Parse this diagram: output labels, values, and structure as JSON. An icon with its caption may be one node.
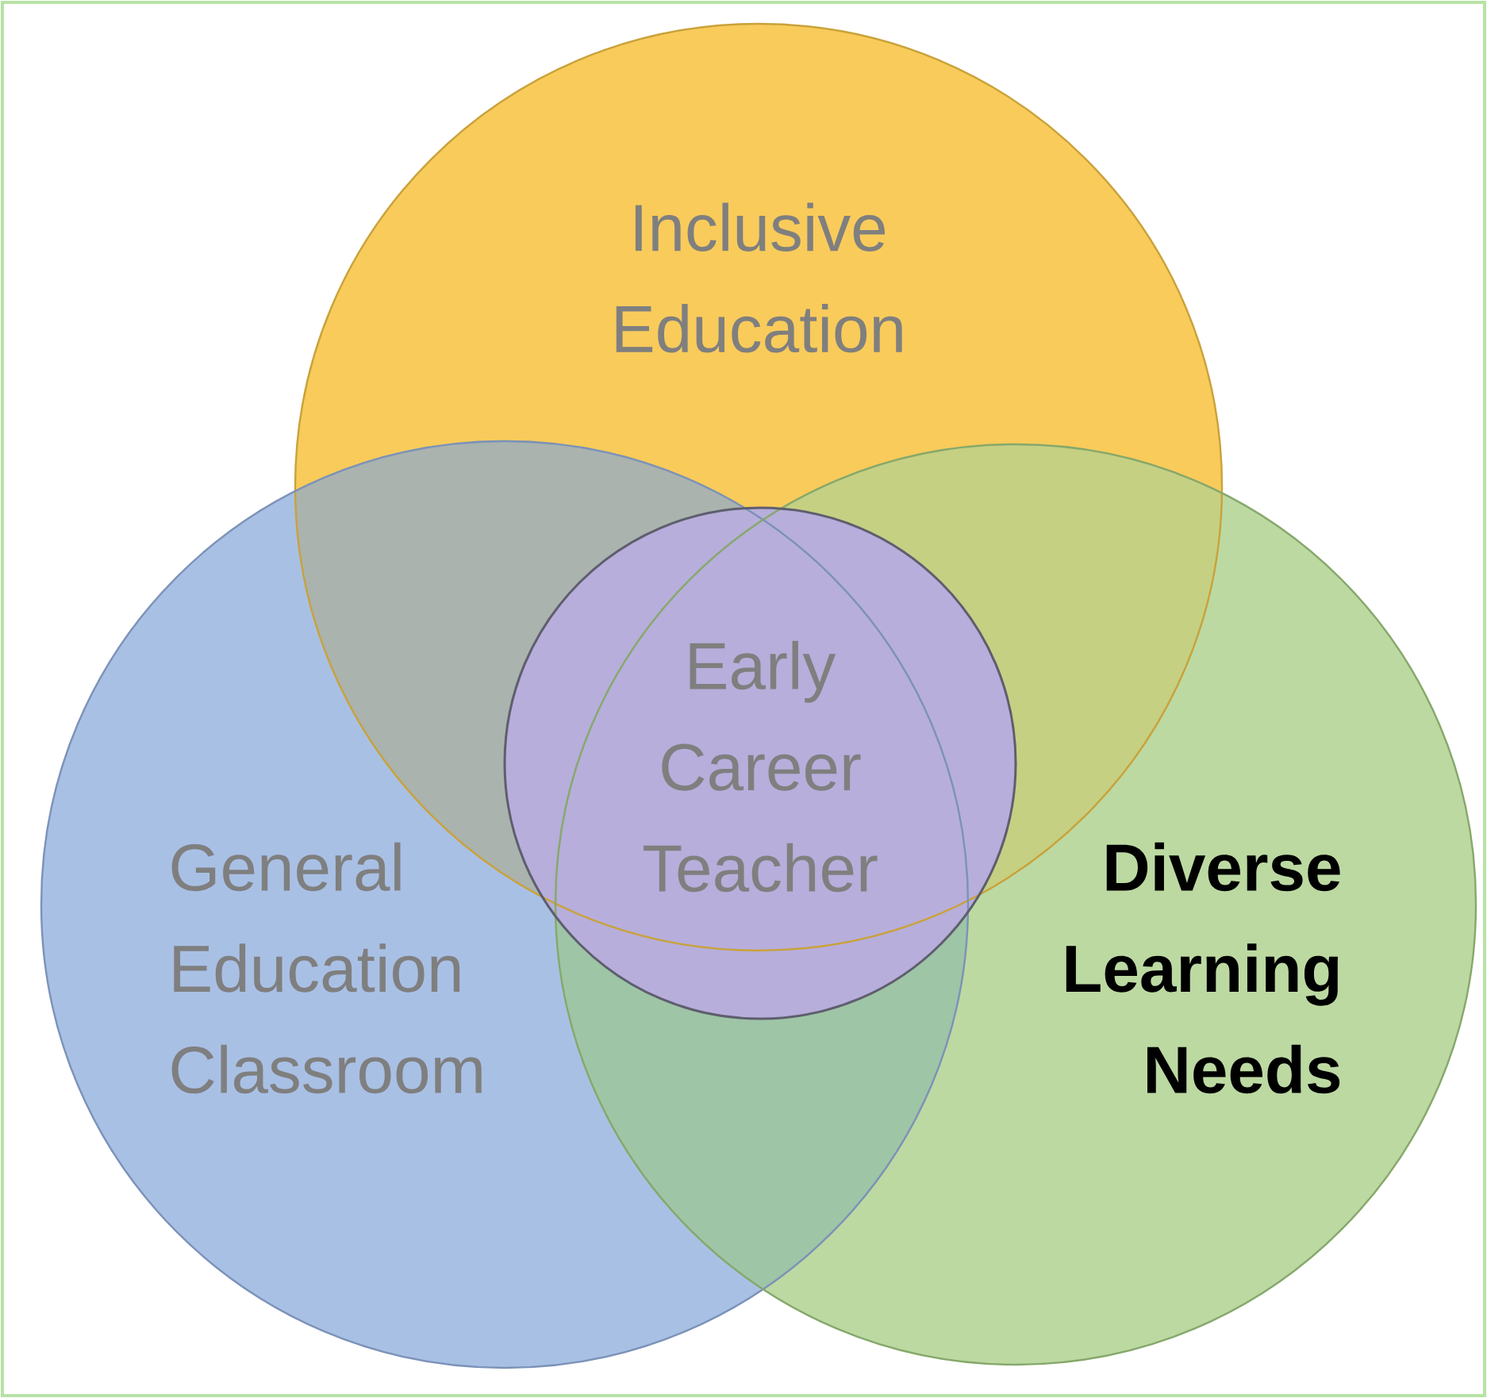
{
  "diagram": {
    "nodes": [
      {
        "text": [
          "Inclusive Education"
        ]
      },
      {
        "text": [
          "Early Career Teacher"
        ]
      },
      {
        "text": [
          "General Education Classroom"
        ]
      },
      {
        "text": [
          "Diverse Learning Needs"
        ]
      }
    ]
  }
}
